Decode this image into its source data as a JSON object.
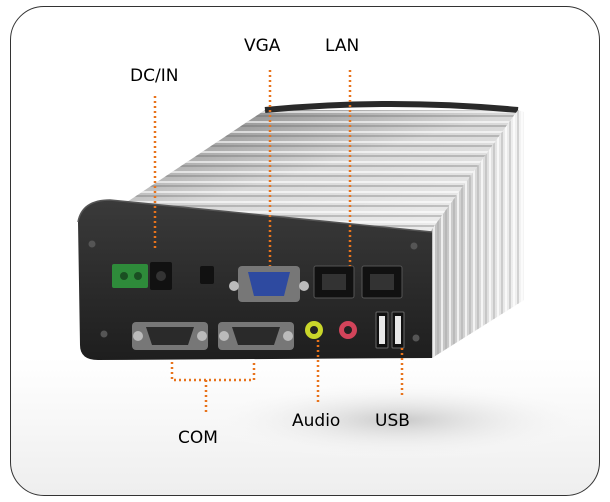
{
  "labels": {
    "dc_in": "DC/IN",
    "vga": "VGA",
    "lan": "LAN",
    "com": "COM",
    "audio": "Audio",
    "usb": "USB"
  },
  "colors": {
    "leader": "#e8731c",
    "frame": "#333333",
    "chassis": "#2b2b2b"
  }
}
